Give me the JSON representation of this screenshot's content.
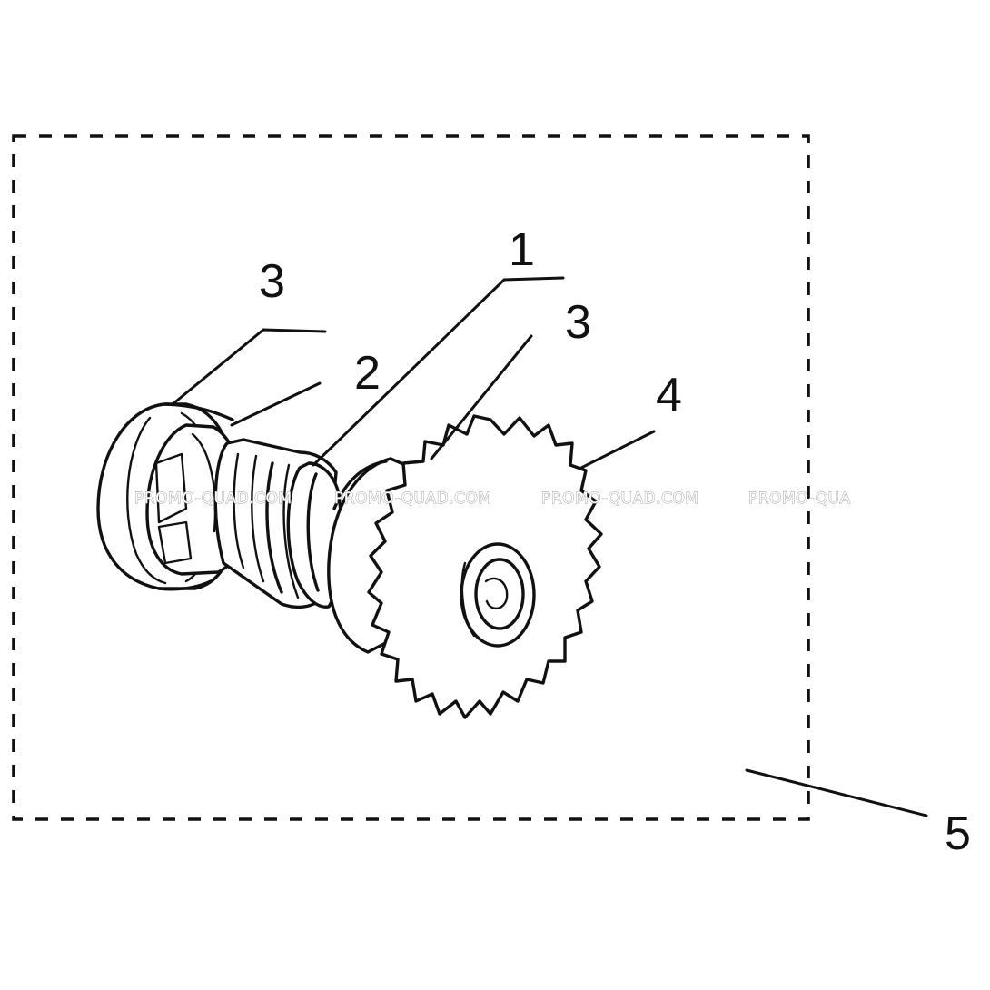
{
  "callouts": [
    {
      "id": "c1",
      "text": "1"
    },
    {
      "id": "c2",
      "text": "2"
    },
    {
      "id": "c3a",
      "text": "3"
    },
    {
      "id": "c3b",
      "text": "3"
    },
    {
      "id": "c4",
      "text": "4"
    },
    {
      "id": "c5",
      "text": "5"
    }
  ],
  "watermarks": [
    "PROMO-QUAD.COM",
    "PROMO-QUAD.COM",
    "PROMO-QUAD.COM",
    "PROMO-QUA"
  ]
}
